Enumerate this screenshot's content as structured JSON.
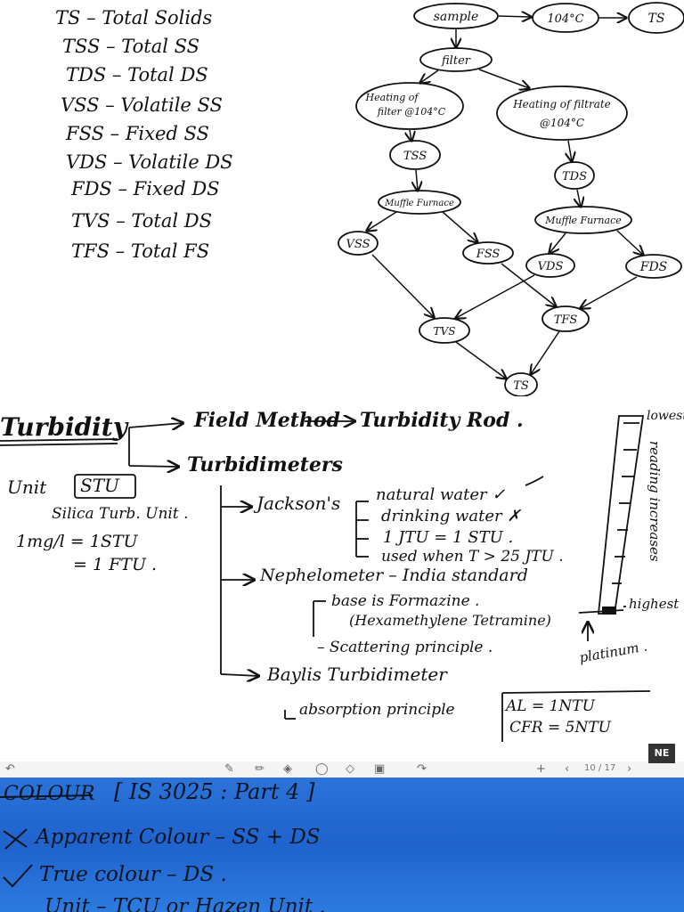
{
  "abbreviations": [
    {
      "text": "TS – Total Solids"
    },
    {
      "text": "TSS – Total SS"
    },
    {
      "text": "TDS – Total DS"
    },
    {
      "text": "VSS – Volatile SS"
    },
    {
      "text": "FSS – Fixed SS"
    },
    {
      "text": "VDS – Volatile DS"
    },
    {
      "text": "FDS – Fixed DS"
    },
    {
      "text": "TVS – Total DS"
    },
    {
      "text": "TFS – Total FS"
    }
  ],
  "flow": {
    "sample": "sample",
    "temp": "104°C",
    "ts_top": "TS",
    "filter": "filter",
    "heat_filter_1": "Heating of",
    "heat_filter_2": "filter @104°C",
    "heat_filtrate_1": "Heating of filtrate",
    "heat_filtrate_2": "@104°C",
    "tss": "TSS",
    "tds": "TDS",
    "muffle_left": "Muffle Furnace",
    "muffle_right": "Muffle Furnace",
    "vss": "VSS",
    "fss": "FSS",
    "vds": "VDS",
    "fds": "FDS",
    "tvs": "TVS",
    "tfs": "TFS",
    "ts_bottom": "TS"
  },
  "turbidity": {
    "title": "Turbidity",
    "field_method": "Field Method",
    "turbidity_rod": "Turbidity Rod .",
    "turbidimeters": "Turbidimeters",
    "unit_label": "Unit",
    "unit_box": "STU",
    "unit_full": "Silica Turb. Unit .",
    "eq1": "1mg/l = 1STU",
    "eq2": "= 1 FTU .",
    "jackson": "Jackson's",
    "jackson_items": [
      "natural water ✓",
      "drinking water ✗",
      "1 JTU = 1 STU .",
      "used when T > 25 JTU ."
    ],
    "nephelometer": "Nephelometer – India standard",
    "neph_base": "base is Formazine .",
    "neph_chem": "(Hexamethylene Tetramine)",
    "neph_scatter": "– Scattering principle .",
    "baylis": "Baylis Turbidimeter",
    "baylis_principle": "absorption principle",
    "al": "AL = 1NTU",
    "cfr": "CFR = 5NTU",
    "lowest": "lowest",
    "highest": "highest",
    "reading": "reading increases",
    "platinum": "platinum ."
  },
  "colour": {
    "title": "COLOUR",
    "standard": "[ IS 3025 : Part 4 ]",
    "apparent": "Apparent Colour – SS + DS",
    "true": "True colour – DS .",
    "unit": "Unit – TCU or Hazen Unit ."
  },
  "toolbar": {
    "page": "10 / 17"
  }
}
